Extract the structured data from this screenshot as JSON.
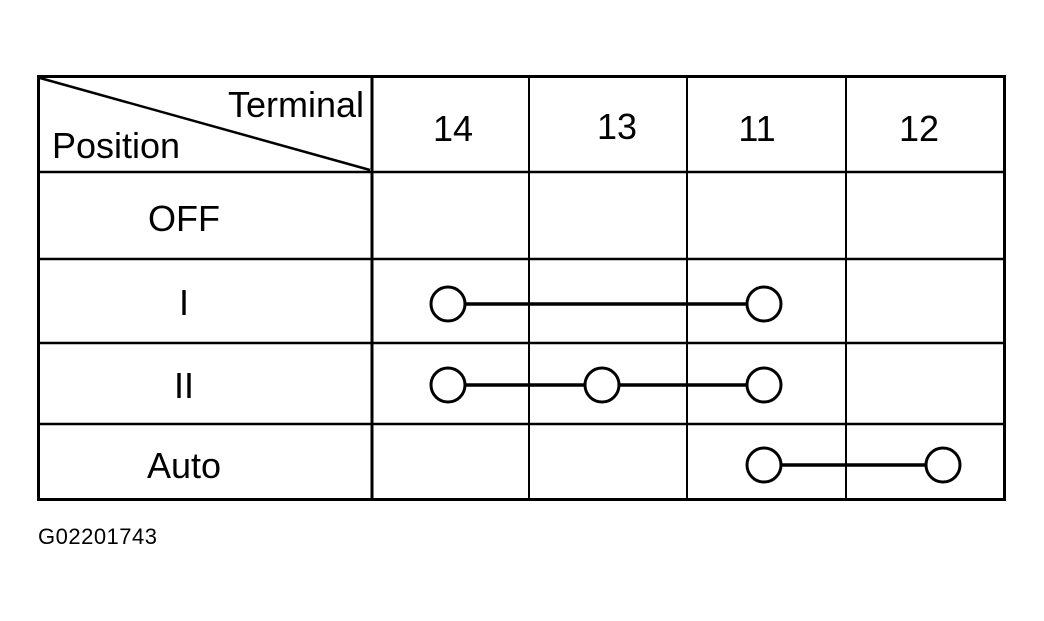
{
  "table": {
    "corner": {
      "column_label": "Terminal",
      "row_label": "Position"
    },
    "terminals": [
      "14",
      "13",
      "11",
      "12"
    ],
    "positions": [
      {
        "label": "OFF",
        "connected_terminals": []
      },
      {
        "label": "I",
        "connected_terminals": [
          "14",
          "11"
        ]
      },
      {
        "label": "II",
        "connected_terminals": [
          "14",
          "13",
          "11"
        ]
      },
      {
        "label": "Auto",
        "connected_terminals": [
          "11",
          "12"
        ]
      }
    ]
  },
  "figure_id": "G02201743",
  "colors": {
    "line": "#000000",
    "background": "#ffffff",
    "terminal_fill": "#ffffff"
  }
}
